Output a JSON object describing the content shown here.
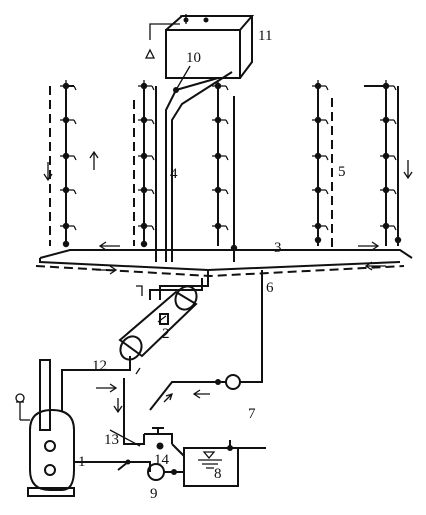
{
  "labels": {
    "n1": "1",
    "n2": "2",
    "n3": "3",
    "n4": "4",
    "n5": "5",
    "n6": "6",
    "n7": "7",
    "n8": "8",
    "n9": "9",
    "n10": "10",
    "n11": "11",
    "n12": "12",
    "n13": "13",
    "n14": "14"
  },
  "icons": [
    "valve-icon",
    "pump-icon",
    "flow-arrow-icon",
    "boiler-icon",
    "tank-icon"
  ]
}
